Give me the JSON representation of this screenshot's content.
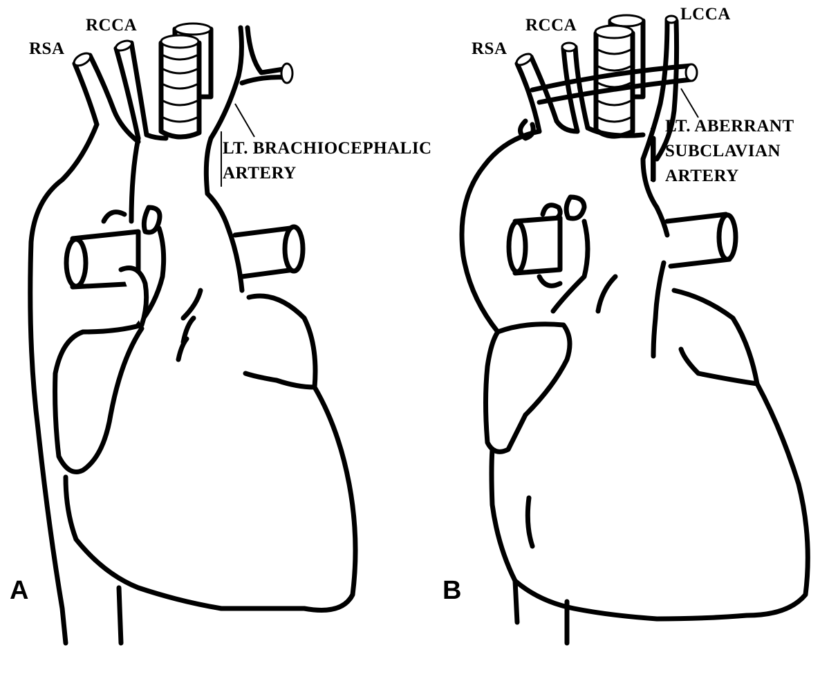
{
  "panels": [
    {
      "letter": "A",
      "labels": {
        "rsa": "RSA",
        "rcca": "RCCA",
        "lt_brachiocephalic_line1": "LT. BRACHIOCEPHALIC",
        "lt_brachiocephalic_line2": "ARTERY"
      }
    },
    {
      "letter": "B",
      "labels": {
        "rsa": "RSA",
        "rcca": "RCCA",
        "lcca": "LCCA",
        "lt_aberrant_line1": "LT. ABERRANT",
        "lt_aberrant_line2": "SUBCLAVIAN",
        "lt_aberrant_line3": "ARTERY"
      }
    }
  ]
}
